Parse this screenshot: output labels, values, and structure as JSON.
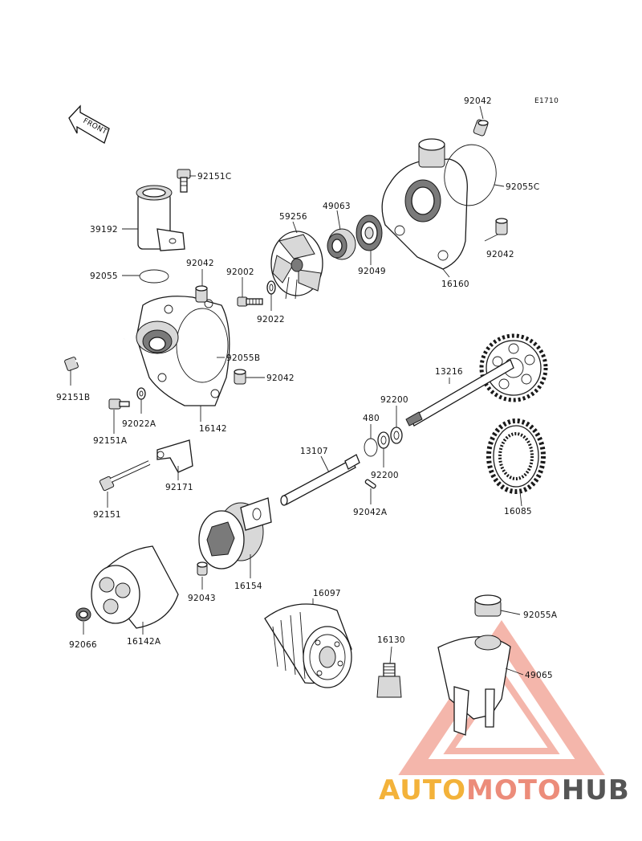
{
  "diagram_id": "E1710",
  "front_label": "FRONT",
  "watermark": {
    "part1": "AUTO",
    "part2": "MOTO",
    "part3": "HUB",
    "color1": "#f3b23a",
    "color2": "#ec8c7a",
    "color3": "#555555"
  },
  "parts": [
    {
      "id": "92042a",
      "number": "92042"
    },
    {
      "id": "92151C",
      "number": "92151C"
    },
    {
      "id": "92055C",
      "number": "92055C"
    },
    {
      "id": "39192",
      "number": "39192"
    },
    {
      "id": "59256",
      "number": "59256"
    },
    {
      "id": "49063",
      "number": "49063"
    },
    {
      "id": "92042b",
      "number": "92042"
    },
    {
      "id": "92055",
      "number": "92055"
    },
    {
      "id": "92042c",
      "number": "92042"
    },
    {
      "id": "92002",
      "number": "92002"
    },
    {
      "id": "92049",
      "number": "92049"
    },
    {
      "id": "16160",
      "number": "16160"
    },
    {
      "id": "92022",
      "number": "92022"
    },
    {
      "id": "92055B",
      "number": "92055B"
    },
    {
      "id": "13216",
      "number": "13216"
    },
    {
      "id": "92042d",
      "number": "92042"
    },
    {
      "id": "92151B",
      "number": "92151B"
    },
    {
      "id": "92200a",
      "number": "92200"
    },
    {
      "id": "92022A",
      "number": "92022A"
    },
    {
      "id": "16142",
      "number": "16142"
    },
    {
      "id": "480",
      "number": "480"
    },
    {
      "id": "92151A",
      "number": "92151A"
    },
    {
      "id": "13107",
      "number": "13107"
    },
    {
      "id": "92200b",
      "number": "92200"
    },
    {
      "id": "92171",
      "number": "92171"
    },
    {
      "id": "92042A",
      "number": "92042A"
    },
    {
      "id": "16085",
      "number": "16085"
    },
    {
      "id": "92151",
      "number": "92151"
    },
    {
      "id": "16154",
      "number": "16154"
    },
    {
      "id": "92043",
      "number": "92043"
    },
    {
      "id": "16097",
      "number": "16097"
    },
    {
      "id": "92055A",
      "number": "92055A"
    },
    {
      "id": "16130",
      "number": "16130"
    },
    {
      "id": "49065",
      "number": "49065"
    },
    {
      "id": "92066",
      "number": "92066"
    },
    {
      "id": "16142A",
      "number": "16142A"
    }
  ]
}
